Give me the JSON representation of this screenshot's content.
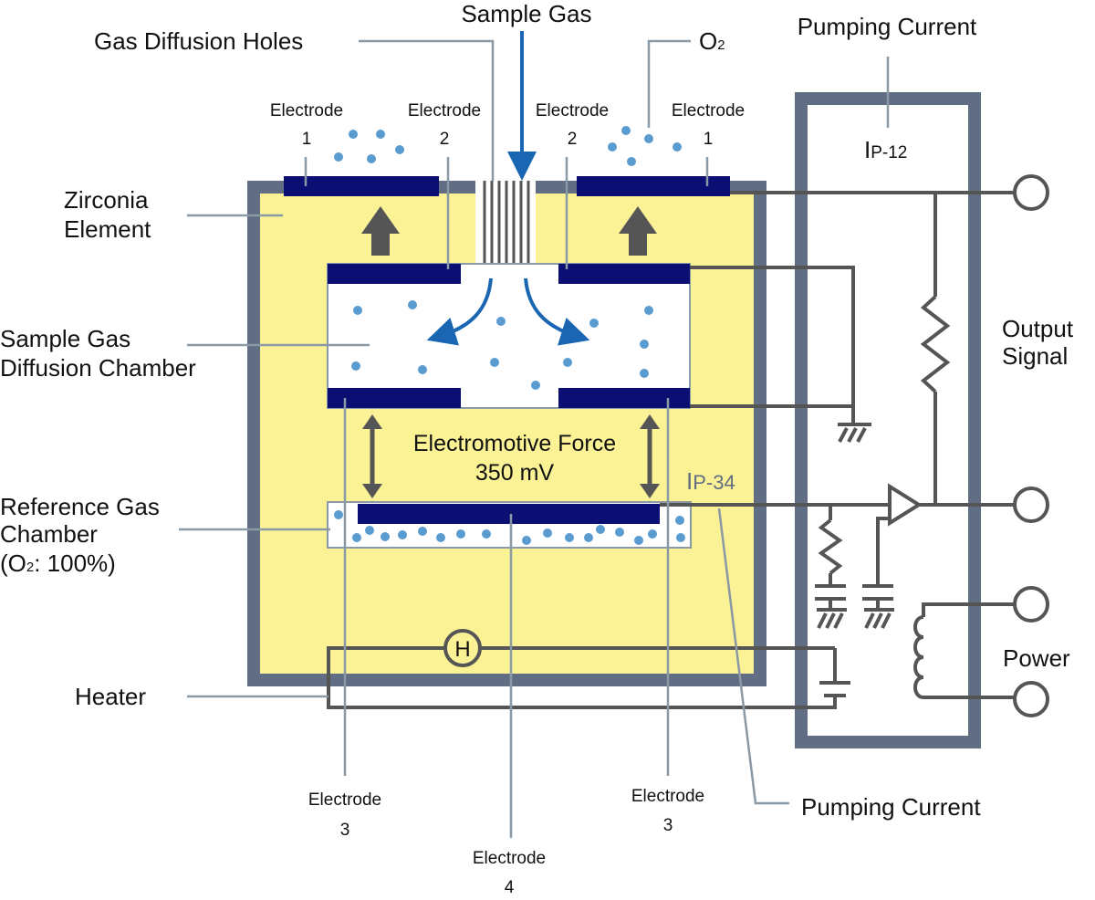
{
  "diagram": {
    "title": "Sample Gas",
    "colors": {
      "element_fill": "#fbf296",
      "frame": "#616d82",
      "electrode": "#0b0f73",
      "arrow_blue": "#1a66b3",
      "dot": "#5a9bd0",
      "wire": "#555555",
      "leader": "#8a99a6"
    },
    "labels": {
      "gas_diffusion_holes": "Gas Diffusion Holes",
      "o2_sym": "O",
      "o2_sub": "2",
      "pumping_current_top": "Pumping Current",
      "ip12_main": "I",
      "ip12_sub": "P-12",
      "zirconia_1": "Zirconia",
      "zirconia_2": "Element",
      "chamber_1": "Sample Gas",
      "chamber_2": "Diffusion Chamber",
      "emf_1": "Electromotive Force",
      "emf_2": "350 mV",
      "ip34_main": "I",
      "ip34_sub": "P-34",
      "ref_1": "Reference Gas",
      "ref_2": "Chamber",
      "ref_3_pre": "(O",
      "ref_3_sub": "2",
      "ref_3_post": ": 100%)",
      "heater": "Heater",
      "heater_symbol": "H",
      "output_1": "Output",
      "output_2": "Signal",
      "power": "Power",
      "pumping_current_bottom": "Pumping Current"
    },
    "electrodes": {
      "e1_left": {
        "name": "Electrode",
        "num": "1"
      },
      "e2_left": {
        "name": "Electrode",
        "num": "2"
      },
      "e2_right": {
        "name": "Electrode",
        "num": "2"
      },
      "e1_right": {
        "name": "Electrode",
        "num": "1"
      },
      "e3_left": {
        "name": "Electrode",
        "num": "3"
      },
      "e3_right": {
        "name": "Electrode",
        "num": "3"
      },
      "e4": {
        "name": "Electrode",
        "num": "4"
      }
    }
  }
}
